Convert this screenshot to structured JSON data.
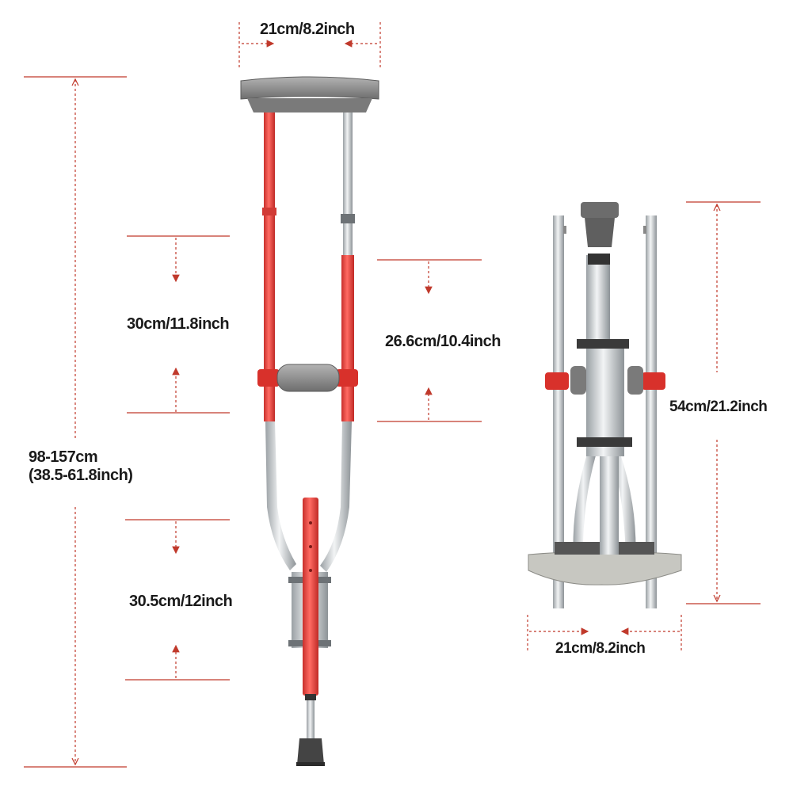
{
  "dimensions": {
    "top_width": "21cm/8.2inch",
    "axilla_to_handle": "30cm/11.8inch",
    "handle_segment": "26.6cm/10.4inch",
    "overall_height": "98-157cm",
    "overall_height_inch": "(38.5-61.8inch)",
    "lower_segment": "30.5cm/12inch",
    "folded_height": "54cm/21.2inch",
    "folded_width": "21cm/8.2inch"
  },
  "colors": {
    "dimension_line": "#c0392b",
    "crutch_red": "#e8443f",
    "aluminum": "#cfd3d6",
    "pad_gray": "#8c8c8c",
    "text": "#1a1a1a"
  }
}
